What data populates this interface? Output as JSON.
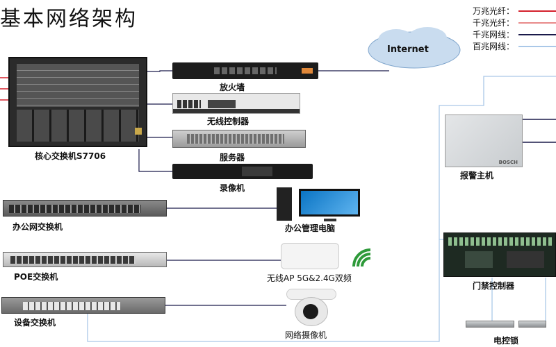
{
  "title": "基本网络架构",
  "legend": [
    {
      "label": "万兆光纤：",
      "color": "#d4202c"
    },
    {
      "label": "千兆光纤：",
      "color": "#e88a8a"
    },
    {
      "label": "千兆网线：",
      "color": "#1a1a4a"
    },
    {
      "label": "百兆网线：",
      "color": "#aac8e8"
    }
  ],
  "cloud": {
    "label": "Internet"
  },
  "devices": {
    "core_switch": "核心交换机S7706",
    "firewall": "放火墙",
    "wireless_controller": "无线控制器",
    "server": "服务器",
    "nvr": "录像机",
    "office_switch": "办公网交换机",
    "office_pc": "办公管理电脑",
    "poe_switch": "POE交换机",
    "wireless_ap": "无线AP  5G&2.4G双频",
    "device_switch": "设备交换机",
    "ip_camera": "网络摄像机",
    "alarm_host": "报警主机",
    "alarm_brand": "BOSCH",
    "access_controller": "门禁控制器",
    "electric_lock": "电控锁"
  },
  "colors": {
    "wire_dark": "#1a1a4a",
    "wire_light": "#aac8e8",
    "fiber_red": "#d4202c",
    "device_dark": "#2a2a2a",
    "cloud_fill": "#c9dcef"
  }
}
